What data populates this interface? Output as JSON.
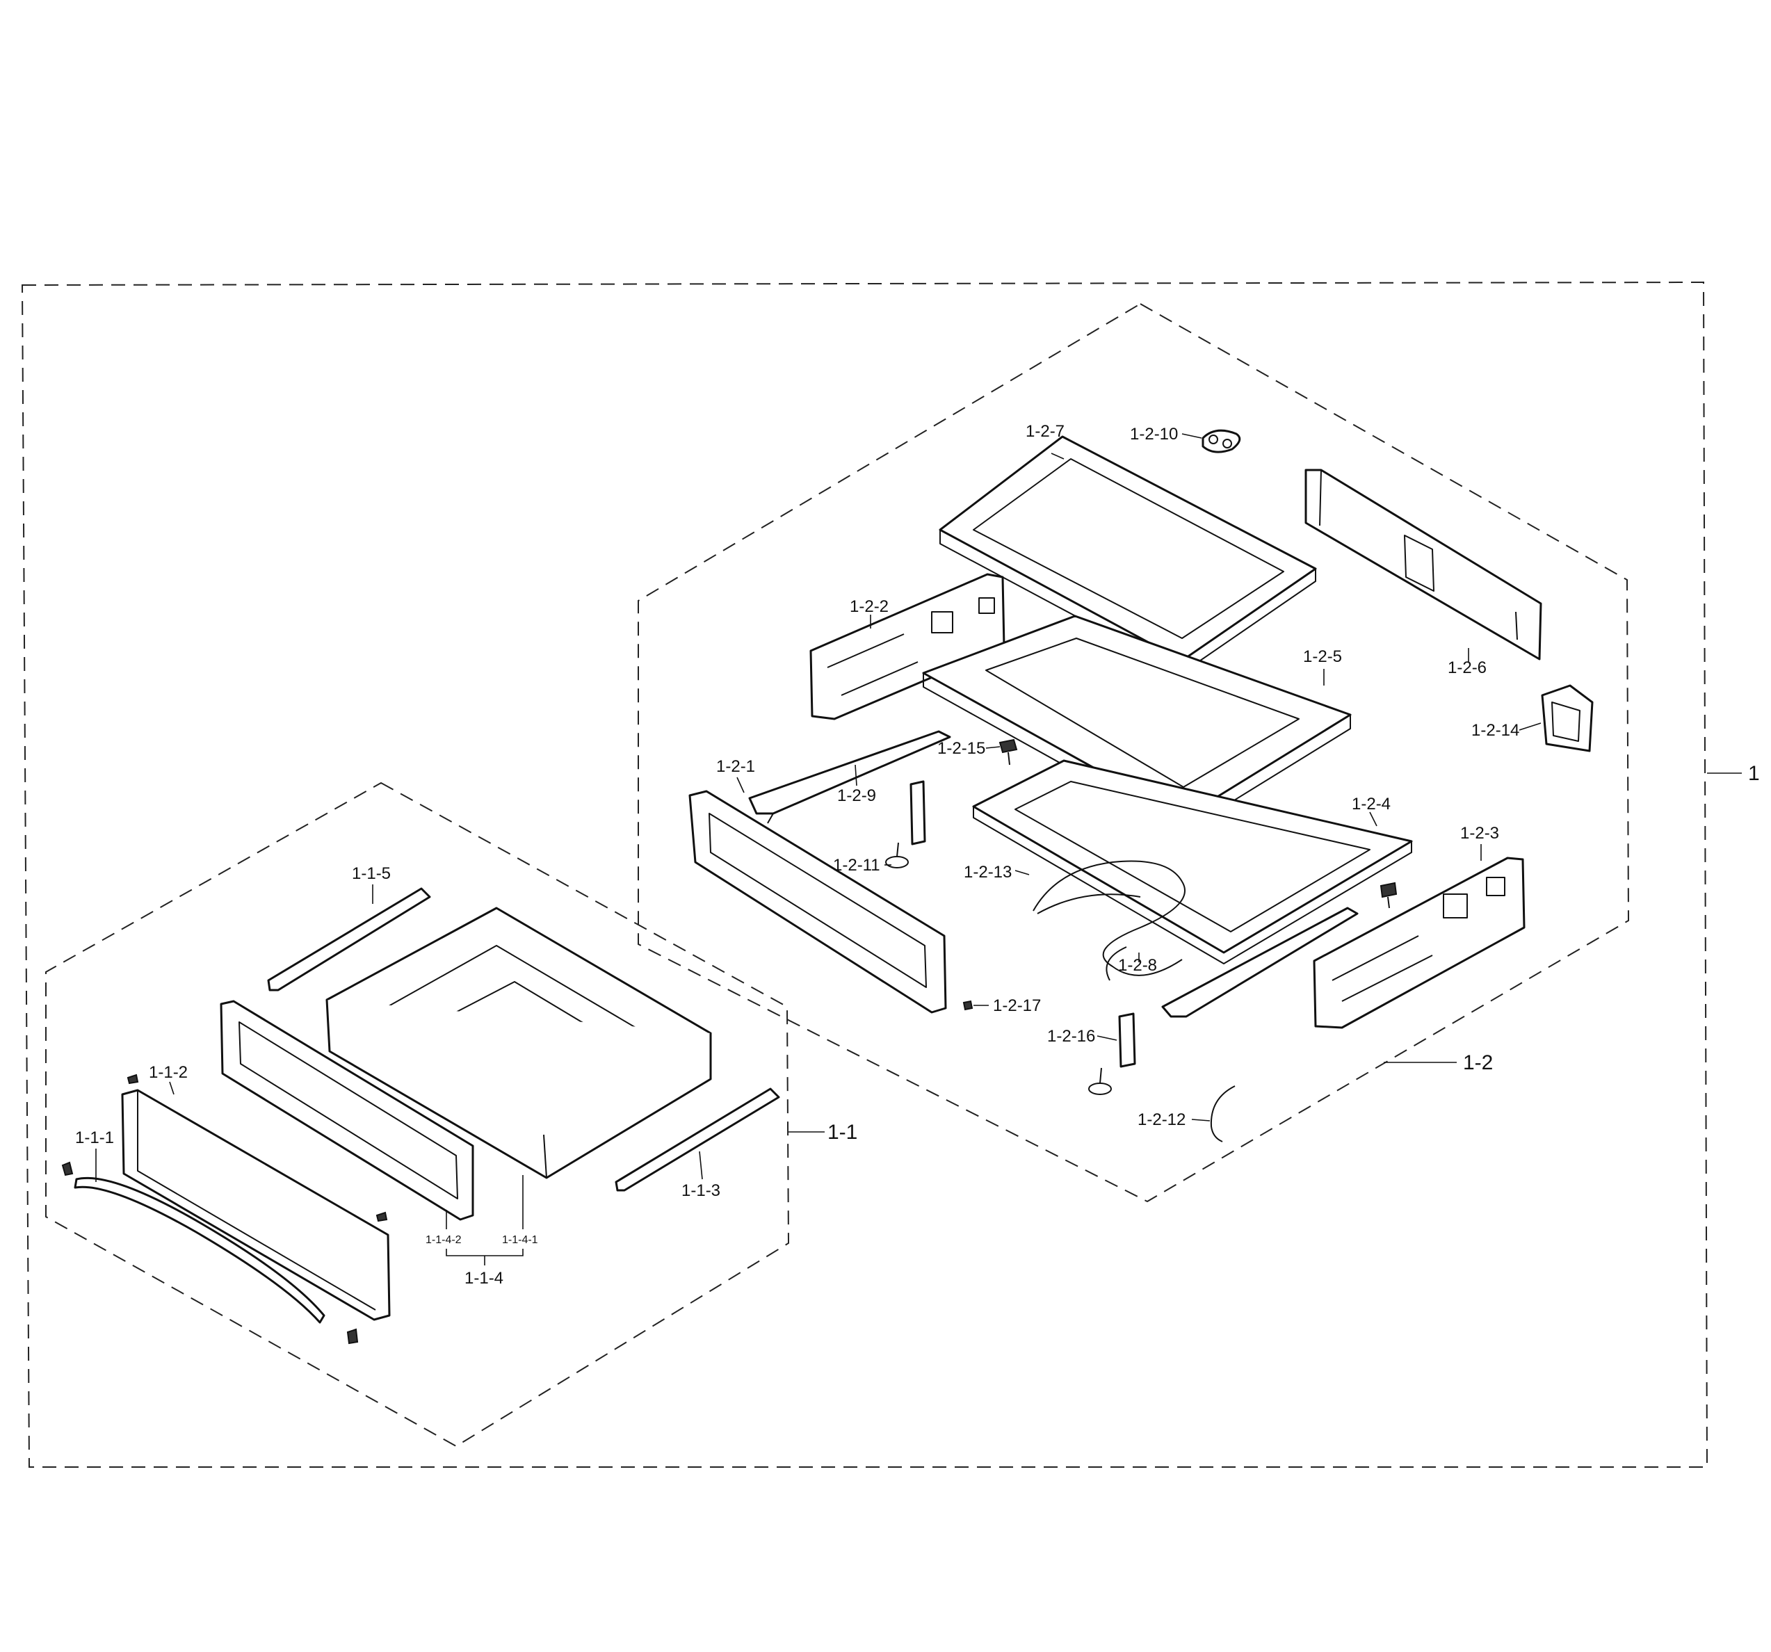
{
  "callouts": {
    "assembly_1": "1",
    "group_1_1": "1-1",
    "group_1_2": "1-2",
    "p_1_1_1": "1-1-1",
    "p_1_1_2": "1-1-2",
    "p_1_1_3": "1-1-3",
    "p_1_1_4": "1-1-4",
    "p_1_1_4_1": "1-1-4-1",
    "p_1_1_4_2": "1-1-4-2",
    "p_1_1_5": "1-1-5",
    "p_1_2_1": "1-2-1",
    "p_1_2_2": "1-2-2",
    "p_1_2_3": "1-2-3",
    "p_1_2_4": "1-2-4",
    "p_1_2_5": "1-2-5",
    "p_1_2_6": "1-2-6",
    "p_1_2_7": "1-2-7",
    "p_1_2_8": "1-2-8",
    "p_1_2_9": "1-2-9",
    "p_1_2_10": "1-2-10",
    "p_1_2_11": "1-2-11",
    "p_1_2_12": "1-2-12",
    "p_1_2_13": "1-2-13",
    "p_1_2_14": "1-2-14",
    "p_1_2_15": "1-2-15",
    "p_1_2_16": "1-2-16",
    "p_1_2_17": "1-2-17"
  }
}
